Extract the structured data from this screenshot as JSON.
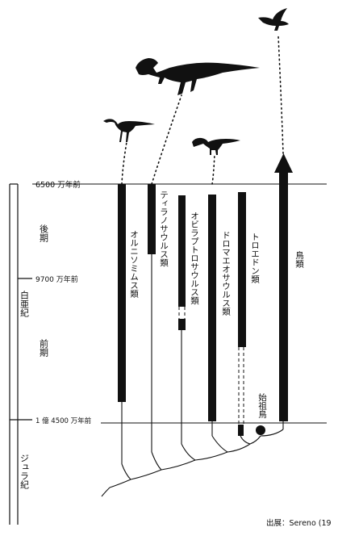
{
  "timescale": {
    "periods": {
      "cretaceous": "白亜紀",
      "jurassic": "ジュラ紀"
    },
    "epochs": {
      "late": "後期",
      "early": "前期"
    },
    "markers": {
      "m65": "6500 万年前",
      "m97": "9700 万年前",
      "m145": "1 億 4500 万年前"
    }
  },
  "lineages": [
    {
      "label": "オルニソミムス類",
      "icon": "ornithomimid-silhouette"
    },
    {
      "label": "ティラノサウルス類",
      "icon": "tyrannosaur-silhouette"
    },
    {
      "label": "オビラプトロサウルス類",
      "icon": ""
    },
    {
      "label": "ドロマエオサウルス類",
      "icon": "dromaeosaur-silhouette"
    },
    {
      "label": "トロエドン類",
      "icon": ""
    },
    {
      "label": "鳥類",
      "icon": "bird-silhouette"
    }
  ],
  "archaeopteryx_label": "始祖鳥",
  "source": "出展：Sereno (19",
  "colors": {
    "ink": "#111111",
    "paper": "#ffffff"
  }
}
